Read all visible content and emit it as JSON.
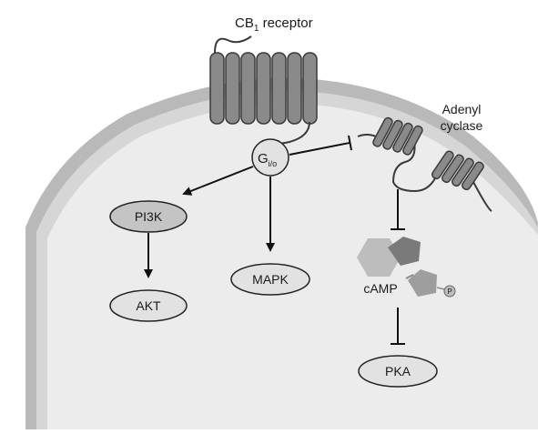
{
  "labels": {
    "receptor_main": "CB",
    "receptor_sub": "1",
    "receptor_rest": " receptor",
    "adenyl_line1": "Adenyl",
    "adenyl_line2": "cyclase",
    "gprotein_main": "G",
    "gprotein_sub": "i/o",
    "camp": "cAMP",
    "phosphate": "P"
  },
  "nodes": {
    "pi3k": "PI3K",
    "akt": "AKT",
    "mapk": "MAPK",
    "pka": "PKA"
  },
  "colors": {
    "cytoplasm": "#ececec",
    "membrane_outer": "#b9b9b9",
    "membrane_inner": "#d2d2d2",
    "helix": "#8a8a8a",
    "helix_stroke": "#3a3a3a",
    "node_fill": "#dcdcdc",
    "node_fill_dark": "#c4c4c4",
    "arrow": "#111111",
    "hexagon": "#bdbdbd",
    "pentagon": "#7a7a7a",
    "pentagon_light": "#9e9e9e"
  }
}
